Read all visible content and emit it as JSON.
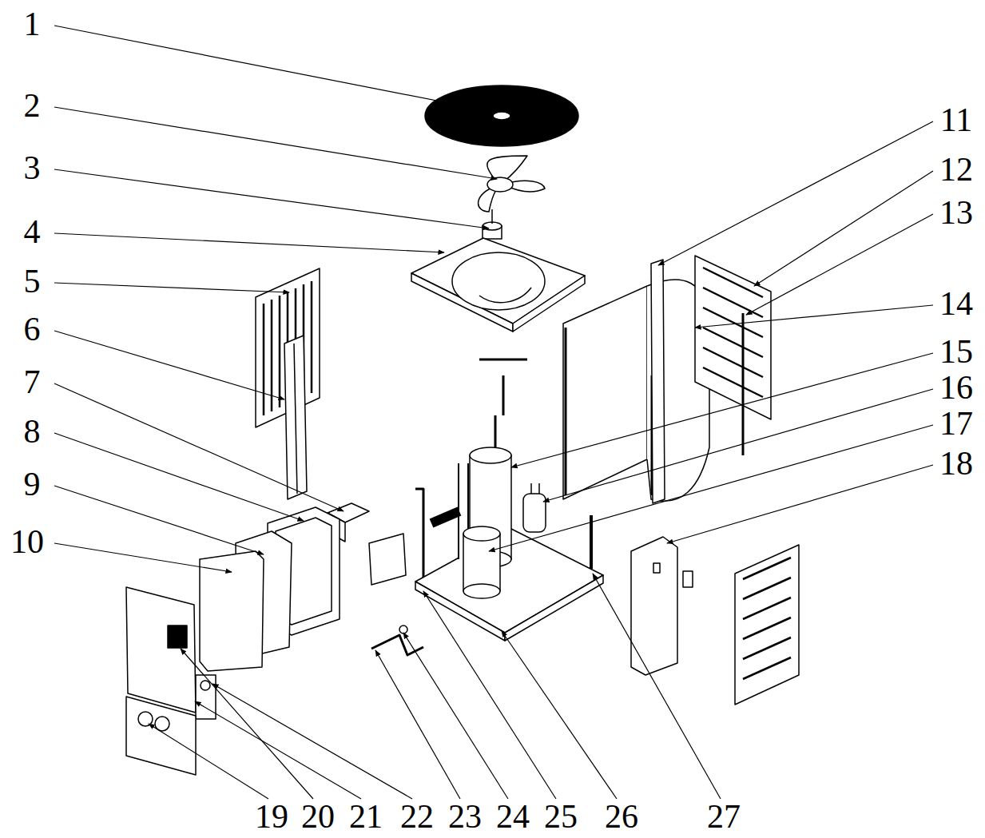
{
  "diagram": {
    "labels": [
      "1",
      "2",
      "3",
      "4",
      "5",
      "6",
      "7",
      "8",
      "9",
      "10",
      "11",
      "12",
      "13",
      "14",
      "15",
      "16",
      "17",
      "18",
      "19",
      "20",
      "21",
      "22",
      "23",
      "24",
      "25",
      "26",
      "27"
    ]
  }
}
